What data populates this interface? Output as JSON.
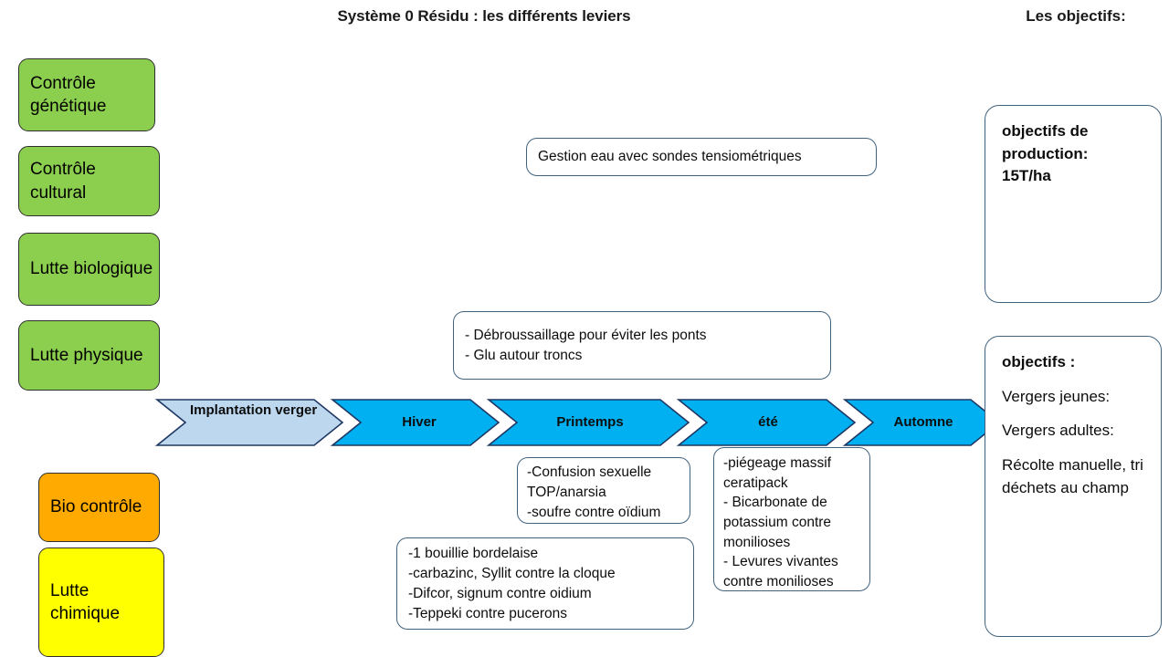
{
  "titles": {
    "main": "Système 0 Résidu : les différents leviers",
    "right": "Les objectifs:"
  },
  "levers": [
    {
      "name": "controle-genetique",
      "label": "Contrôle génétique",
      "color": "#8CCF4E",
      "kind": "green"
    },
    {
      "name": "controle-cultural",
      "label": "Contrôle cultural",
      "color": "#8CCF4E",
      "kind": "green"
    },
    {
      "name": "lutte-biologique",
      "label": "Lutte biologique",
      "color": "#8CCF4E",
      "kind": "green"
    },
    {
      "name": "lutte-physique",
      "label": "Lutte physique",
      "color": "#8CCF4E",
      "kind": "green"
    },
    {
      "name": "bio-controle",
      "label": "Bio contrôle",
      "color": "#FFAA00",
      "kind": "orange"
    },
    {
      "name": "lutte-chimique",
      "label": "Lutte chimique",
      "color": "#FFFF00",
      "kind": "yellow"
    }
  ],
  "timeline": {
    "outline_color": "#1F3864",
    "stages": [
      {
        "name": "implantation-verger",
        "label": "Implantation verger",
        "color": "#BDD7EE"
      },
      {
        "name": "hiver",
        "label": "Hiver",
        "color": "#00B0F0"
      },
      {
        "name": "printemps",
        "label": "Printemps",
        "color": "#00B0F0"
      },
      {
        "name": "ete",
        "label": "été",
        "color": "#00B0F0"
      },
      {
        "name": "automne",
        "label": "Automne",
        "color": "#00B0F0"
      }
    ]
  },
  "callouts": {
    "water": {
      "name": "callout-gestion-eau",
      "lines": [
        "Gestion eau avec sondes tensiométriques"
      ]
    },
    "physical": {
      "name": "callout-debroussaillage",
      "lines": [
        "- Débroussaillage pour éviter les ponts",
        "- Glu autour troncs"
      ]
    },
    "biocontrol_spring": {
      "name": "callout-confusion-sexuelle",
      "lines": [
        "-Confusion sexuelle",
        "TOP/anarsia",
        "-soufre contre oïdium"
      ]
    },
    "biocontrol_summer": {
      "name": "callout-piegeage-massif",
      "lines": [
        "-piégeage massif",
        "ceratipack",
        "- Bicarbonate de",
        "potassium contre",
        "monilioses",
        "- Levures vivantes",
        "contre monilioses"
      ]
    },
    "chemical": {
      "name": "callout-traitements-chimiques",
      "lines": [
        "-1 bouillie bordelaise",
        "-carbazinc, Syllit contre la cloque",
        "-Difcor, signum contre oidium",
        "-Teppeki contre pucerons"
      ]
    }
  },
  "objectives": {
    "production": {
      "name": "objectives-production",
      "heading": "objectifs de",
      "line2": "production:",
      "line3": "15T/ha"
    },
    "general": {
      "name": "objectives-general",
      "heading": "objectifs :",
      "item1": "Vergers jeunes:",
      "item2": "Vergers adultes:",
      "item3": "Récolte manuelle, tri déchets au champ"
    }
  }
}
